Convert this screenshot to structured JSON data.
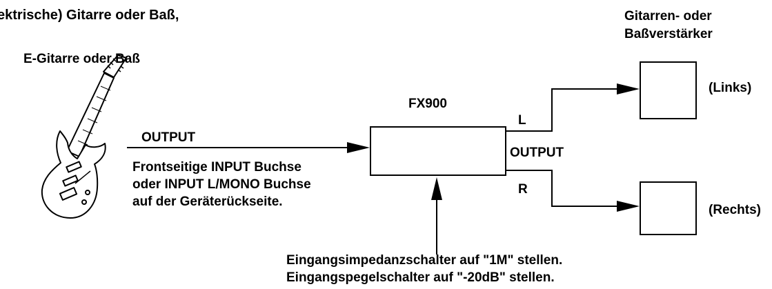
{
  "title": "ektrische) Gitarre oder Baß,",
  "guitar": {
    "label": "E-Gitarre oder Baß",
    "output": "OUTPUT"
  },
  "input_jack_note": [
    "Frontseitige INPUT Buchse",
    "oder INPUT L/MONO Buchse",
    "auf der Geräterückseite."
  ],
  "device": {
    "name": "FX900",
    "output_label": "OUTPUT",
    "left_label": "L",
    "right_label": "R"
  },
  "amps": {
    "heading": [
      "Gitarren- oder",
      "Baßverstärker"
    ],
    "left": "(Links)",
    "right": "(Rechts)"
  },
  "switch_note": [
    "Eingangsimpedanzschalter auf \"1M\" stellen.",
    "Eingangspegelschalter auf \"-20dB\" stellen."
  ],
  "colors": {
    "line": "#000000",
    "background": "#ffffff"
  }
}
